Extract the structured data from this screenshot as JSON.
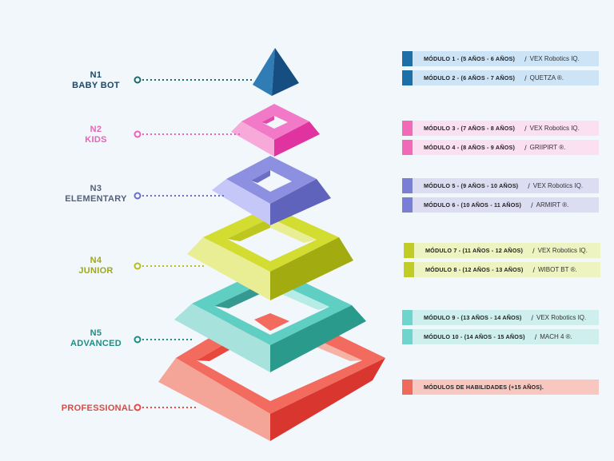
{
  "levels": [
    {
      "code": "N1",
      "name": "BABY BOT",
      "color": "#17496b"
    },
    {
      "code": "N2",
      "name": "KIDS",
      "color": "#e864b8"
    },
    {
      "code": "N3",
      "name": "ELEMENTARY",
      "color": "#55607a"
    },
    {
      "code": "N4",
      "name": "JUNIOR",
      "color": "#9ea81a"
    },
    {
      "code": "N5",
      "name": "ADVANCED",
      "color": "#1f8d80"
    },
    {
      "code": "",
      "name": "PROFESSIONAL",
      "color": "#d74b43"
    }
  ],
  "colors": {
    "n1_light": "#2f7db4",
    "n1_dark": "#164e82",
    "n1_bar": "#cde4f6",
    "n2_light": "#f6a8d8",
    "n2_dark": "#e234a8",
    "n2_bar": "#fbe0f2",
    "n3_light": "#c3c6f6",
    "n3_dark": "#6468c0",
    "n3_bar": "#dcdcf2",
    "n4_light": "#eef29a",
    "n4_dark": "#a3ab12",
    "n4_bar": "#eef3c2",
    "n5_light": "#a9e3dc",
    "n5_dark": "#2a9a8c",
    "n5_bar": "#cfeeee",
    "pro_light": "#f7a89a",
    "pro_dark": "#d9372f",
    "pro_bar": "#f8c8c0",
    "dot_line": "#1d6a6a"
  },
  "modules": [
    {
      "code": "MÓDULO  1 - (5 AÑOS  - 6 AÑOS)",
      "product": "VEX Robotics IQ.",
      "swatch": "#1d6fa8",
      "bar": "#cde4f6"
    },
    {
      "code": "MÓDULO 2 -  (6 AÑOS - 7 AÑOS)",
      "product": "QUETZA ®.",
      "swatch": "#1d6fa8",
      "bar": "#cde4f6"
    },
    {
      "code": "MÓDULO 3 - (7 AÑOS - 8 AÑOS)",
      "product": "VEX Robotics IQ.",
      "swatch": "#f06ab8",
      "bar": "#fbe0f2"
    },
    {
      "code": "MÓDULO  4 - (8 AÑOS - 9 AÑOS)",
      "product": "GRIIPIRT ®.",
      "swatch": "#f06ab8",
      "bar": "#fbe0f2"
    },
    {
      "code": "MÓDULO 5 - (9 AÑOS - 10 AÑOS)",
      "product": "VEX Robotics IQ.",
      "swatch": "#7a7fd6",
      "bar": "#dcdcf2"
    },
    {
      "code": "MÓDULO 6 - (10 AÑOS - 11 AÑOS)",
      "product": "ARMIRT ®.",
      "swatch": "#7a7fd6",
      "bar": "#dcdcf2"
    },
    {
      "code": "MÓDULO  7 - (11 AÑOS - 12 AÑOS)",
      "product": "VEX Robotics IQ.",
      "swatch": "#c2cc26",
      "bar": "#eef3c2"
    },
    {
      "code": "MÓDULO 8 - (12 AÑOS - 13 AÑOS)",
      "product": "WIBOT BT ®.",
      "swatch": "#c2cc26",
      "bar": "#eef3c2"
    },
    {
      "code": "MÓDULO 9 - (13 AÑOS - 14 AÑOS)",
      "product": "VEX Robotics IQ.",
      "swatch": "#6ed4cc",
      "bar": "#cfeeee"
    },
    {
      "code": "MÓDULO 10 - (14 AÑOS - 15 AÑOS)",
      "product": "MACH 4 ®.",
      "swatch": "#6ed4cc",
      "bar": "#cfeeee"
    }
  ],
  "professional_module": {
    "code": "MÓDULOS DE HABILIDADES (+15 AÑOS).",
    "swatch": "#f06a5c",
    "bar": "#f8c8c0"
  },
  "slash": "/"
}
